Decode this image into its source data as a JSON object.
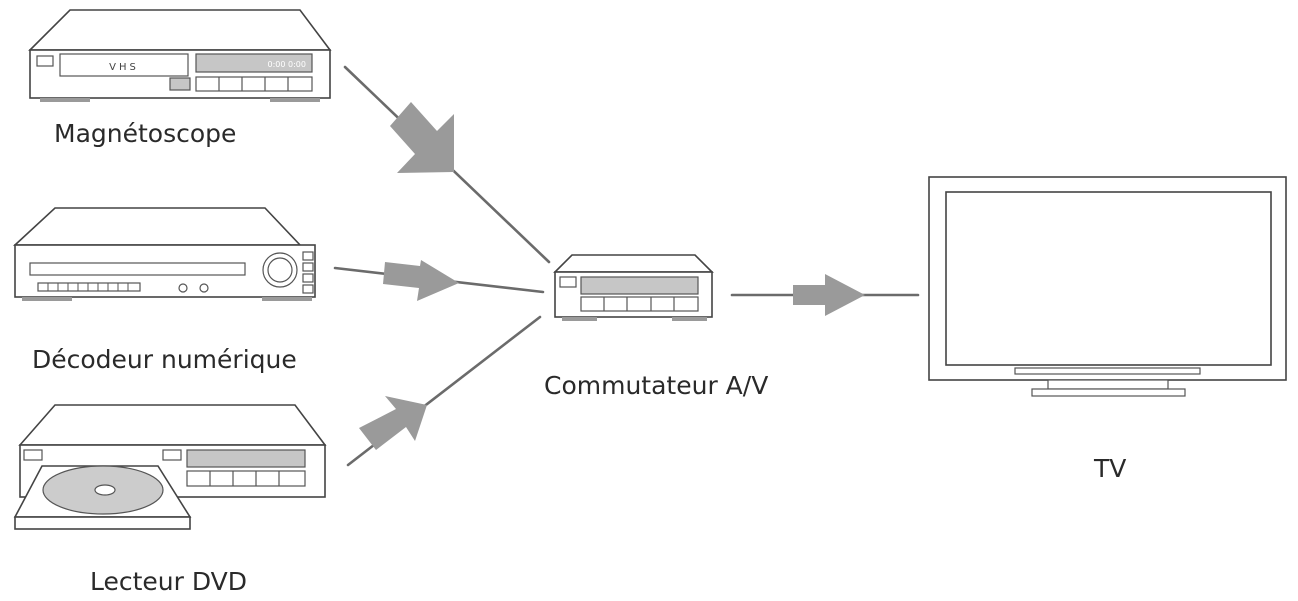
{
  "devices": {
    "vcr": {
      "label": "Magnétoscope",
      "panel_text": "VHS",
      "counter_text": "0:00 0:00"
    },
    "decoder": {
      "label": "Décodeur numérique"
    },
    "dvd": {
      "label": "Lecteur DVD"
    },
    "switch": {
      "label": "Commutateur A/V"
    },
    "tv": {
      "label": "TV"
    }
  },
  "colors": {
    "cable": "#6b6b6b",
    "arrow": "#9a9a9a",
    "outline": "#444444",
    "display": "#c6c6c6"
  }
}
